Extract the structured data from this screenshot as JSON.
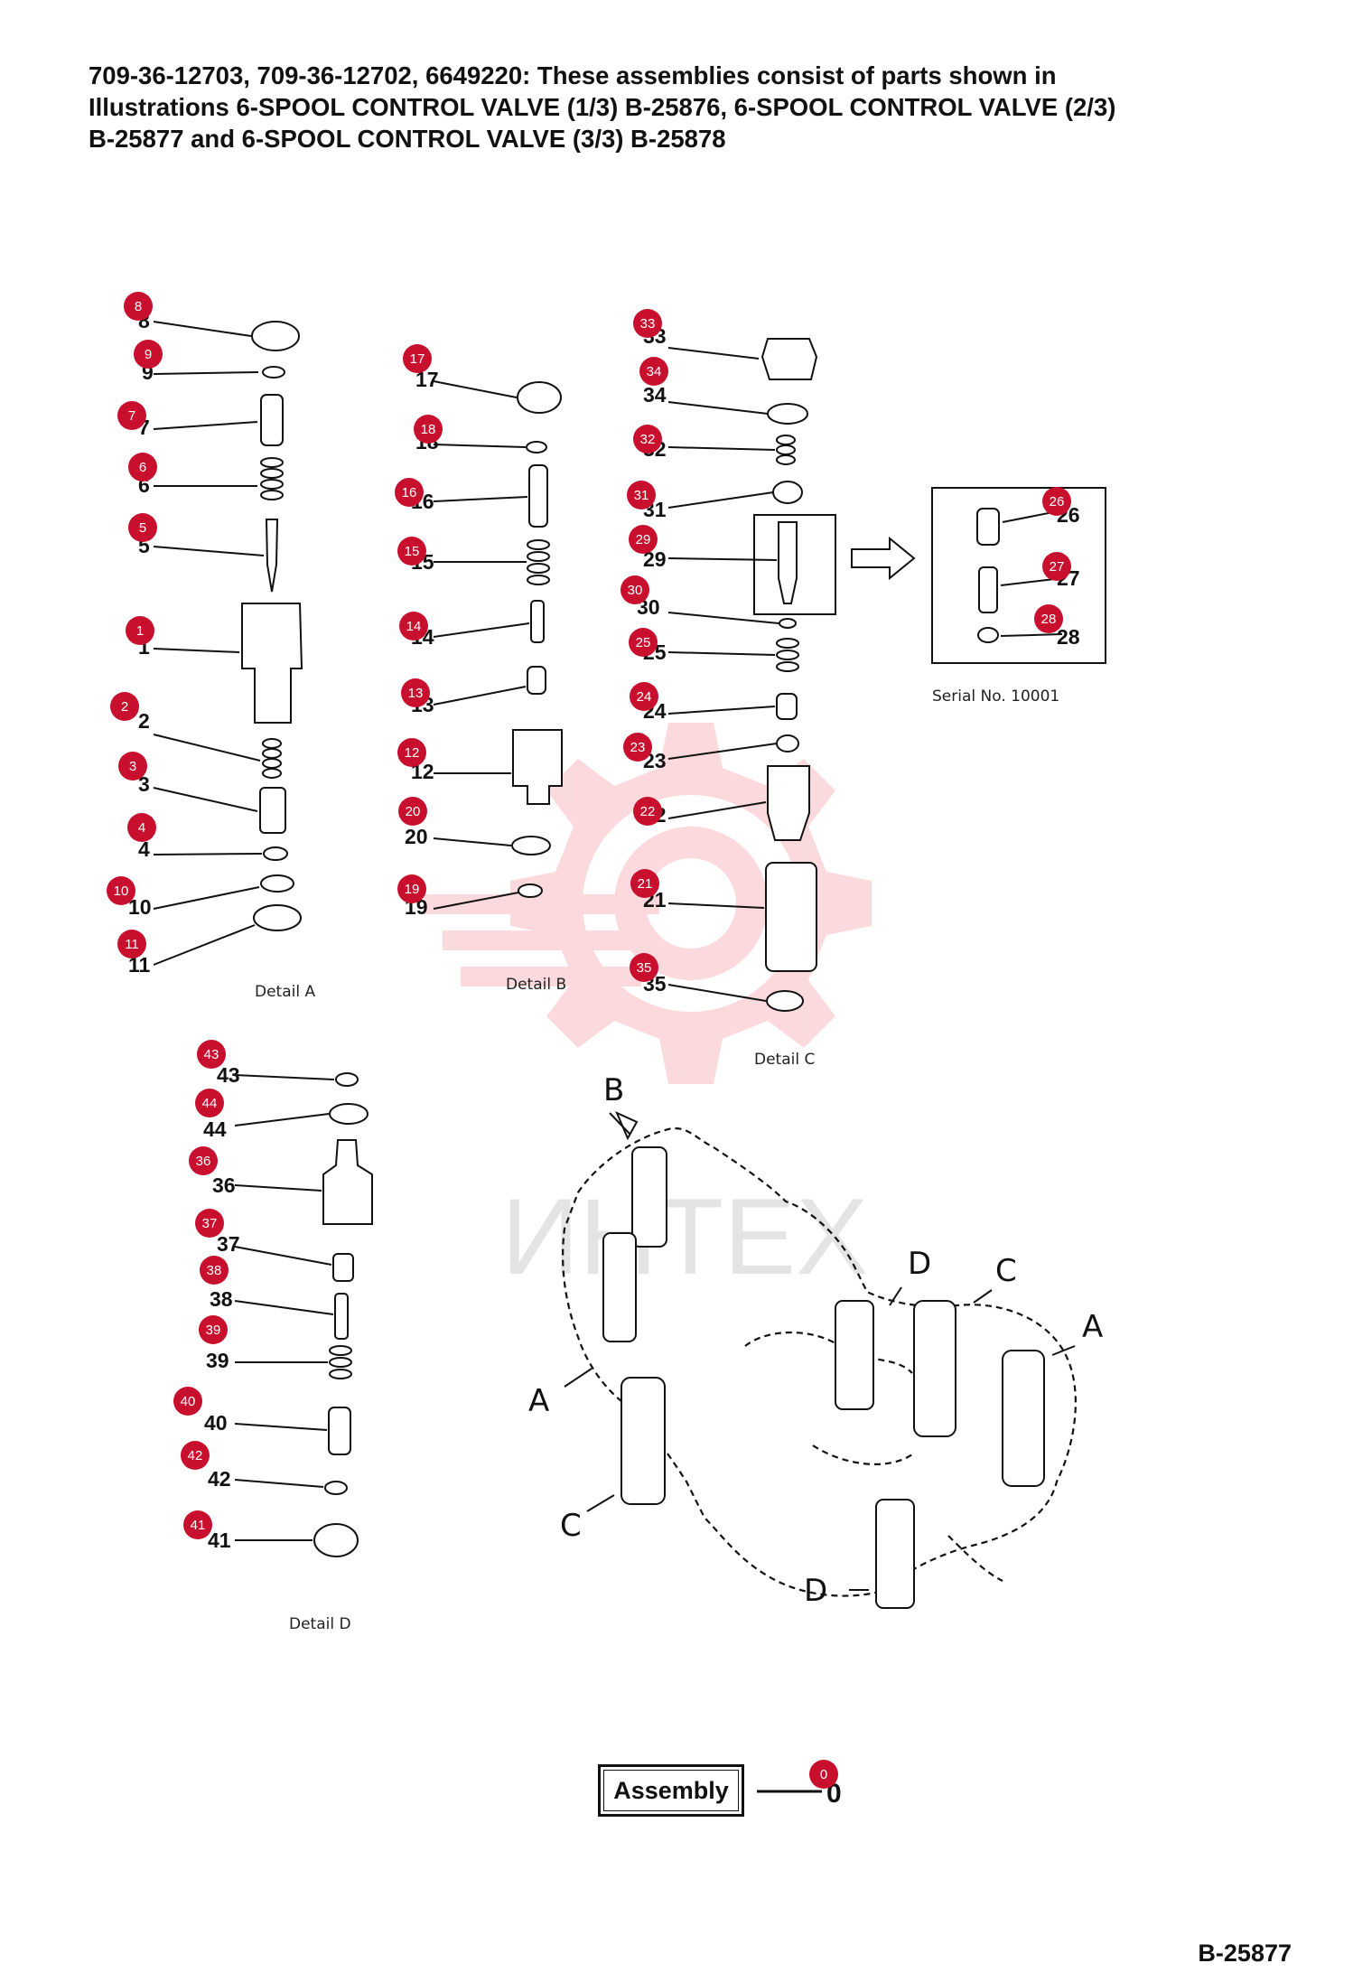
{
  "header_lines": [
    "709-36-12703, 709-36-12702, 6649220: These assemblies consist of parts shown in",
    "Illustrations 6-SPOOL CONTROL VALVE (1/3) B-25876, 6-SPOOL CONTROL VALVE (2/3)",
    "B-25877 and 6-SPOOL CONTROL VALVE (3/3) B-25878"
  ],
  "detail_labels": {
    "a": "Detail A",
    "b": "Detail B",
    "c": "Detail C",
    "d": "Detail D"
  },
  "serial_note": "Serial No. 10001",
  "view_letters": {
    "a": "A",
    "b": "B",
    "c": "C",
    "d": "D"
  },
  "assembly_label": "Assembly",
  "assembly_ref": "0",
  "drawing_number": "B-25877",
  "watermark_text": "ИНТЕХ",
  "callout_color": "#c8102e",
  "callouts": [
    "8",
    "9",
    "7",
    "6",
    "5",
    "1",
    "2",
    "3",
    "4",
    "10",
    "11",
    "17",
    "18",
    "16",
    "15",
    "14",
    "13",
    "12",
    "20",
    "19",
    "33",
    "34",
    "32",
    "31",
    "29",
    "30",
    "25",
    "24",
    "23",
    "22",
    "21",
    "35",
    "26",
    "27",
    "28",
    "43",
    "44",
    "36",
    "37",
    "38",
    "39",
    "40",
    "42",
    "41",
    "0"
  ],
  "part_numbers": [
    "8",
    "9",
    "7",
    "6",
    "5",
    "1",
    "2",
    "3",
    "4",
    "10",
    "11",
    "17",
    "18",
    "16",
    "15",
    "14",
    "13",
    "12",
    "20",
    "19",
    "33",
    "34",
    "32",
    "31",
    "29",
    "30",
    "25",
    "24",
    "23",
    "22",
    "21",
    "35",
    "26",
    "27",
    "28",
    "43",
    "44",
    "36",
    "37",
    "38",
    "39",
    "40",
    "42",
    "41"
  ]
}
